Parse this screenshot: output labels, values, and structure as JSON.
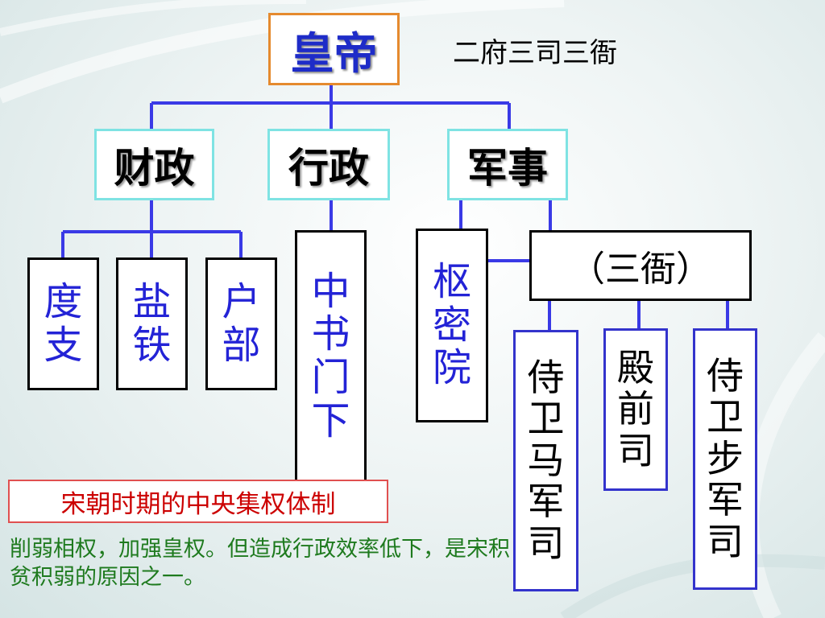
{
  "emperor": "皇帝",
  "subtitle": "二府三司三衙",
  "branches": {
    "finance": "财政",
    "administration": "行政",
    "military": "军事"
  },
  "finance_offices": [
    {
      "chars": [
        "度",
        "支"
      ]
    },
    {
      "chars": [
        "盐",
        "铁"
      ]
    },
    {
      "chars": [
        "户",
        "部"
      ]
    }
  ],
  "secretariat": {
    "chars": [
      "中",
      "书",
      "门",
      "下"
    ]
  },
  "privy_council": {
    "chars": [
      "枢",
      "密",
      "院"
    ]
  },
  "three_commands_label": "（三衙）",
  "military_commands": [
    {
      "chars": [
        "侍",
        "卫",
        "马",
        "军",
        "司"
      ]
    },
    {
      "chars": [
        "殿",
        "前",
        "司"
      ]
    },
    {
      "chars": [
        "侍",
        "卫",
        "步",
        "军",
        "司"
      ]
    }
  ],
  "caption": "宋朝时期的中央集权体制",
  "note": "削弱相权，加强皇权。但造成行政效率低下，是宋积贫积弱的原因之一。",
  "colors": {
    "connector": "#3a3ae6",
    "emperor_border": "#e58a2e",
    "emperor_text": "#1e2cc8",
    "branch_border": "#7fe3e3",
    "office_text": "#2323d6",
    "caption_text": "#cc0000",
    "note_text": "#1e7a1e"
  }
}
